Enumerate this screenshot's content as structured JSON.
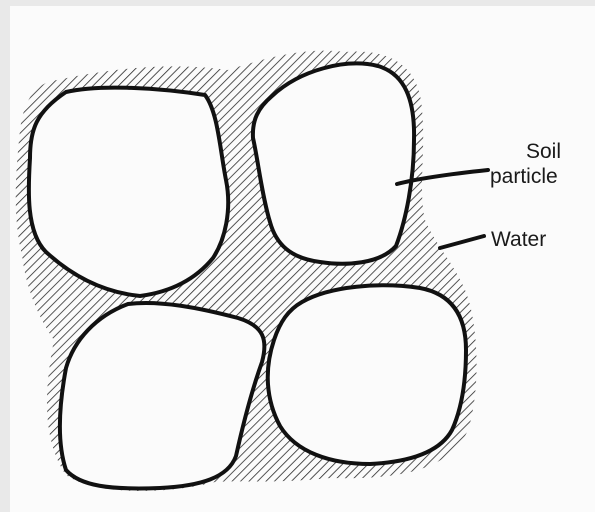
{
  "labels": {
    "soil_line1": "Soil",
    "soil_line2": "particle",
    "water": "Water"
  },
  "colors": {
    "background": "#fbfbfb",
    "ink": "#111111",
    "hatch": "#2a2a2a"
  }
}
